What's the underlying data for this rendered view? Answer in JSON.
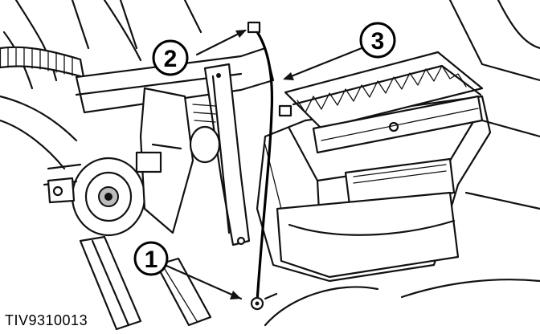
{
  "figure": {
    "code": "TIV9310013"
  },
  "callouts": [
    {
      "number": "1"
    },
    {
      "number": "2"
    },
    {
      "number": "3"
    }
  ],
  "colors": {
    "ink": "#111111",
    "shade": "#bdbdbd",
    "background": "#ffffff"
  }
}
